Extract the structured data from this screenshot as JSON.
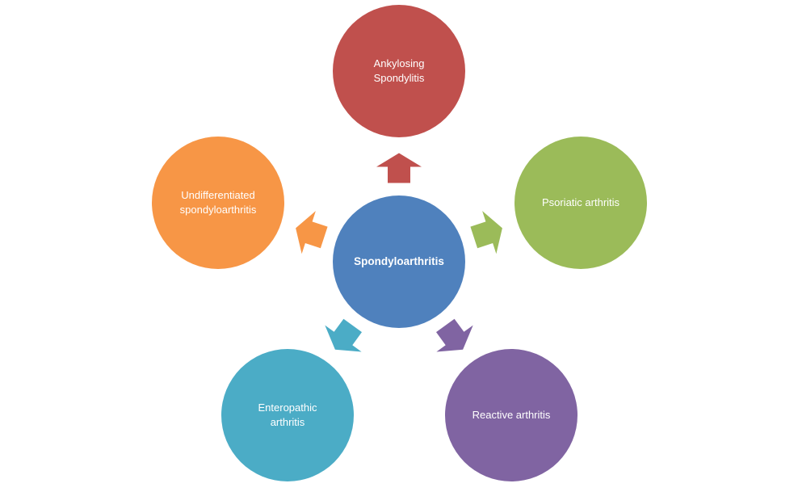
{
  "diagram": {
    "center": {
      "label": "Spondyloarthritis",
      "color": "#4f81bd"
    },
    "nodes": [
      {
        "id": "ankylosing-spondylitis",
        "label": "Ankylosing\nSpondylitis",
        "color": "#c0504d"
      },
      {
        "id": "psoriatic-arthritis",
        "label": "Psoriatic arthritis",
        "color": "#9bbb59"
      },
      {
        "id": "reactive-arthritis",
        "label": "Reactive arthritis",
        "color": "#8064a2"
      },
      {
        "id": "enteropathic-arthritis",
        "label": "Enteropathic\narthritis",
        "color": "#4bacc6"
      },
      {
        "id": "undifferentiated-spondyloarthritis",
        "label": "Undifferentiated\nspondyloarthritis",
        "color": "#f79646"
      }
    ]
  }
}
